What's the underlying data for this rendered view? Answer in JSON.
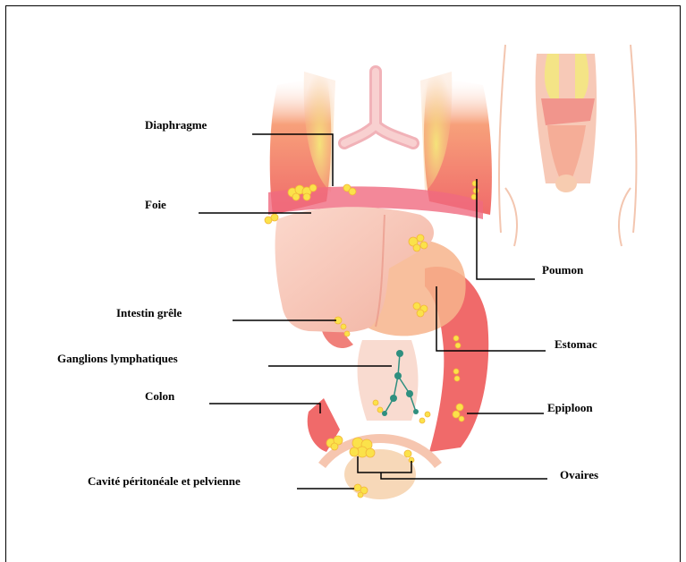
{
  "labels": {
    "diaphragme": "Diaphragme",
    "foie": "Foie",
    "intestin_grele": "Intestin grêle",
    "ganglions": "Ganglions lymphatiques",
    "colon": "Colon",
    "cavite": "Cavité péritonéale et pelvienne",
    "poumon": "Poumon",
    "estomac": "Estomac",
    "epiploon": "Epiploon",
    "ovaires": "Ovaires"
  },
  "colors": {
    "organ_red": "#f06a6a",
    "organ_orange": "#f7a07a",
    "liver": "#f7c2b0",
    "lung_yellow": "#f3e27a",
    "tumor": "#fbe24a",
    "node_teal": "#2f8f7f"
  }
}
